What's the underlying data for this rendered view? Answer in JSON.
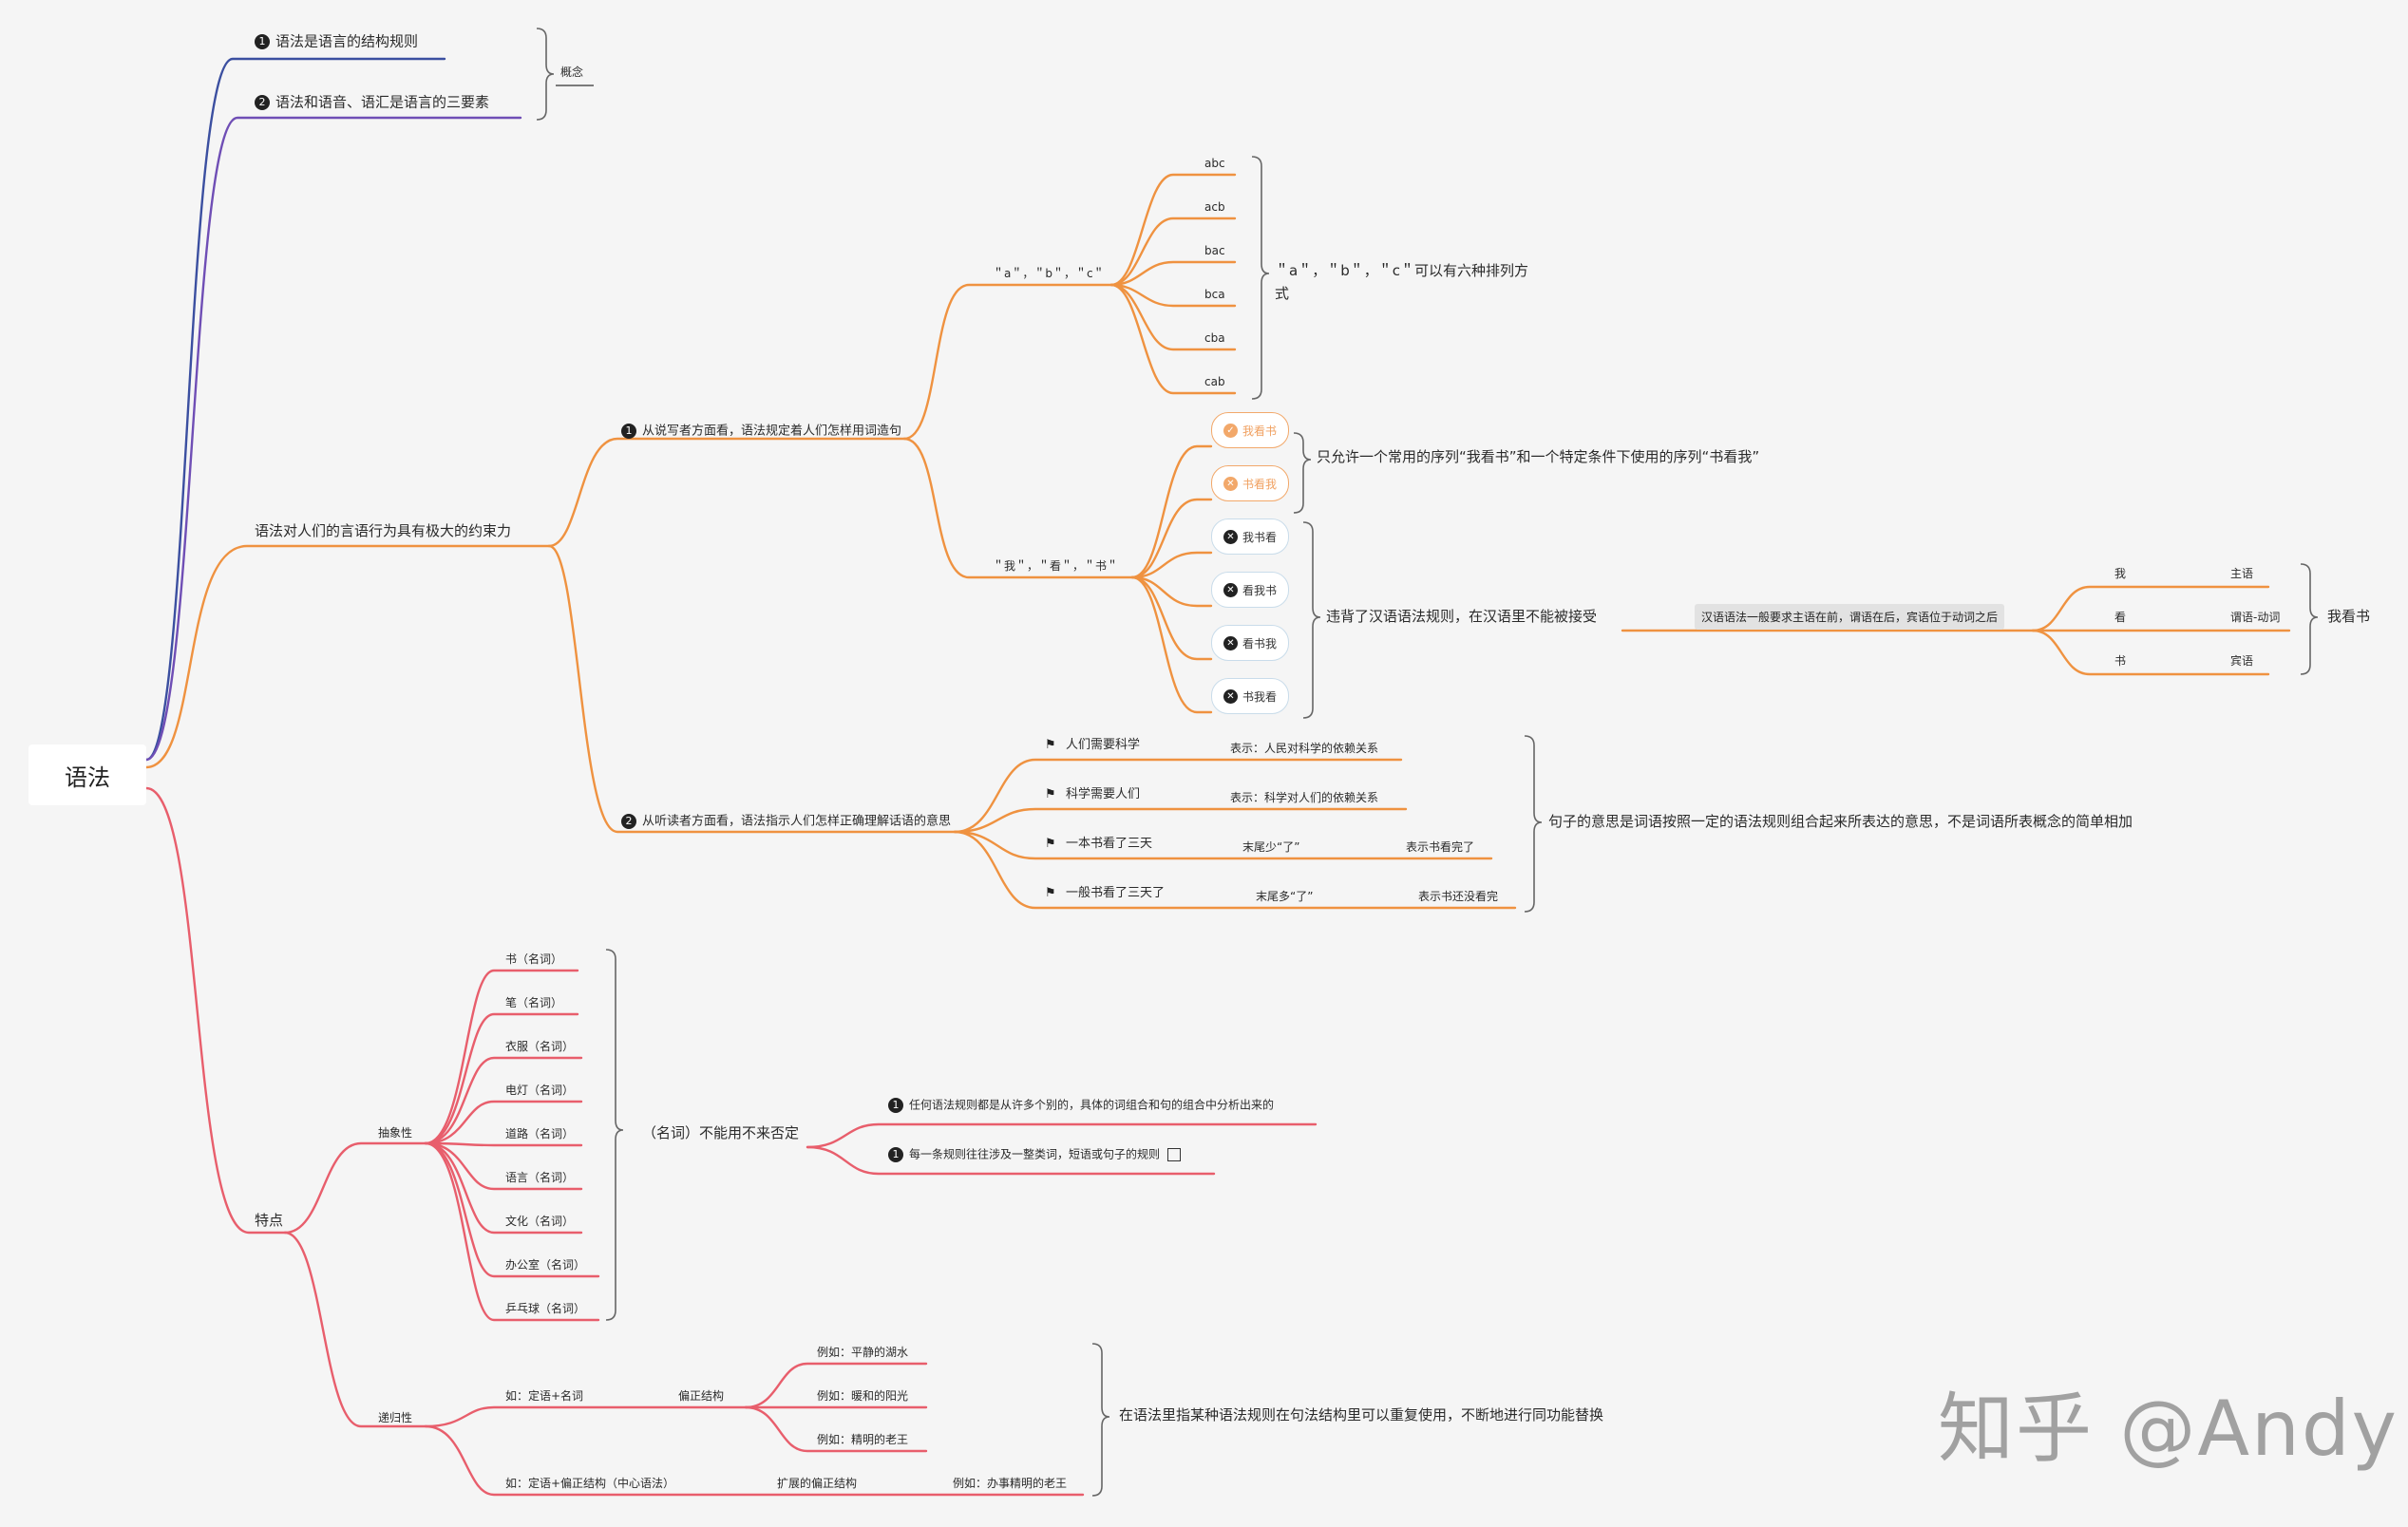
{
  "root": "语法",
  "concept": {
    "item1": "语法是语言的结构规则",
    "item2": "语法和语音、语汇是语言的三要素",
    "label": "概念",
    "num1": "1",
    "num2": "2"
  },
  "constraint": {
    "title": "语法对人们的言语行为具有极大的约束力",
    "speaker": {
      "num": "1",
      "title": "从说写者方面看，语法规定着人们怎样用词造句",
      "abc": {
        "label": "＂a＂，＂b＂，＂c＂",
        "perms": [
          "abc",
          "acb",
          "bac",
          "bca",
          "cba",
          "cab"
        ],
        "summary_line1": "＂a＂，＂b＂，＂c＂可以有六种排列方",
        "summary_line2": "式"
      },
      "wks": {
        "label": "＂我＂，＂看＂，＂书＂",
        "allowed": [
          "我看书",
          "书看我"
        ],
        "allowed_summary": "只允许一个常用的序列“我看书”和一个特定条件下使用的序列“书看我”",
        "rejected": [
          "我书看",
          "看我书",
          "看书我",
          "书我看"
        ],
        "rejected_summary": "违背了汉语语法规则，在汉语里不能被接受",
        "rule": "汉语语法一般要求主语在前，谓语在后，宾语位于动词之后",
        "roles": [
          {
            "word": "我",
            "role": "主语"
          },
          {
            "word": "看",
            "role": "谓语-动词"
          },
          {
            "word": "书",
            "role": "宾语"
          }
        ],
        "roles_summary": "我看书"
      }
    },
    "listener": {
      "num": "2",
      "title": "从听读者方面看，语法指示人们怎样正确理解话语的意思",
      "items": [
        {
          "sentence": "人们需要科学",
          "note": "表示：人民对科学的依赖关系"
        },
        {
          "sentence": "科学需要人们",
          "note": "表示：科学对人们的依赖关系"
        },
        {
          "sentence": "一本书看了三天",
          "mid": "末尾少“了”",
          "note": "表示书看完了"
        },
        {
          "sentence": "一般书看了三天了",
          "mid": "末尾多“了”",
          "note": "表示书还没看完"
        }
      ],
      "summary": "句子的意思是词语按照一定的语法规则组合起来所表达的意思，不是词语所表概念的简单相加"
    }
  },
  "features": {
    "title": "特点",
    "abstract": {
      "label": "抽象性",
      "nouns": [
        "书（名词）",
        "笔（名词）",
        "衣服（名词）",
        "电灯（名词）",
        "道路（名词）",
        "语言（名词）",
        "文化（名词）",
        "办公室（名词）",
        "乒乓球（名词）"
      ],
      "summary": "（名词）不能用不来否定",
      "points": [
        {
          "num": "1",
          "text": "任何语法规则都是从许多个别的，具体的词组合和句的组合中分析出来的"
        },
        {
          "num": "1",
          "text": "每一条规则往往涉及一整类词，短语或句子的规则"
        }
      ]
    },
    "recursive": {
      "label": "递归性",
      "row1": {
        "pattern": "如：定语+名词",
        "type": "偏正结构",
        "examples": [
          "例如：平静的湖水",
          "例如：暖和的阳光",
          "例如：精明的老王"
        ]
      },
      "row2": {
        "pattern": "如：定语+偏正结构（中心语法）",
        "type": "扩展的偏正结构",
        "example": "例如：办事精明的老王"
      },
      "summary": "在语法里指某种语法规则在句法结构里可以重复使用，不断地进行同功能替换"
    }
  },
  "watermark": "知乎 @Andy",
  "colors": {
    "blue": "#3b4fa0",
    "purple": "#6f4eb5",
    "orange": "#ef9240",
    "red": "#e85e6c",
    "bracket": "#666666"
  }
}
